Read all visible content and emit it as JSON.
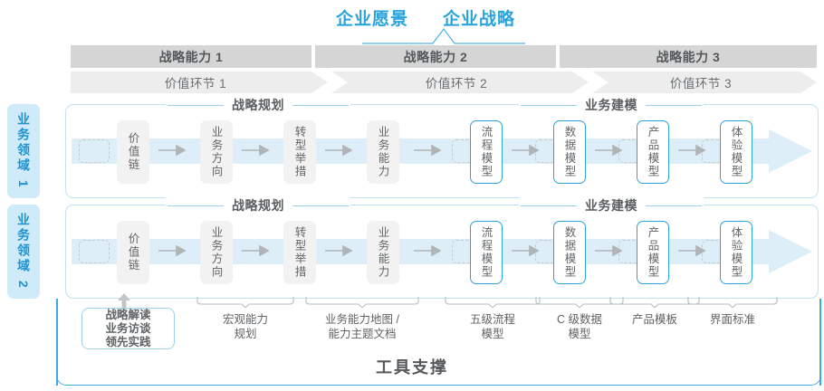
{
  "titles": {
    "vision": "企业愿景",
    "strategy": "企业战略",
    "footer": "工具支撑"
  },
  "capability_bars": [
    {
      "label": "战略能力 1"
    },
    {
      "label": "战略能力 2"
    },
    {
      "label": "战略能力 3"
    }
  ],
  "value_chain_bars": [
    {
      "label": "价值环节 1"
    },
    {
      "label": "价值环节 2"
    },
    {
      "label": "价值环节 3"
    }
  ],
  "side_tabs": [
    {
      "label": "业务领域 1"
    },
    {
      "label": "业务领域 2"
    }
  ],
  "rows": [
    {
      "section_left": "战略规划",
      "section_right": "业务建模",
      "nodes": [
        {
          "label": "价值链",
          "style": "grey"
        },
        {
          "label": "业务方向",
          "style": "grey"
        },
        {
          "label": "转型举措",
          "style": "grey"
        },
        {
          "label": "业务能力",
          "style": "grey"
        },
        {
          "label": "流程模型",
          "style": "blue"
        },
        {
          "label": "数据模型",
          "style": "blue"
        },
        {
          "label": "产品模型",
          "style": "blue"
        },
        {
          "label": "体验模型",
          "style": "blue"
        }
      ]
    },
    {
      "section_left": "战略规划",
      "section_right": "业务建模",
      "nodes": [
        {
          "label": "价值链",
          "style": "grey"
        },
        {
          "label": "业务方向",
          "style": "grey"
        },
        {
          "label": "转型举措",
          "style": "grey"
        },
        {
          "label": "业务能力",
          "style": "grey"
        },
        {
          "label": "流程模型",
          "style": "blue"
        },
        {
          "label": "数据模型",
          "style": "blue"
        },
        {
          "label": "产品模型",
          "style": "blue"
        },
        {
          "label": "体验模型",
          "style": "blue"
        }
      ]
    }
  ],
  "note_box": "战略解读\n业务访谈\n领先实践",
  "bottom_labels": [
    {
      "text": "宏观能力\n规划"
    },
    {
      "text": "业务能力地图 /\n能力主题文档"
    },
    {
      "text": "五级流程\n模型"
    },
    {
      "text": "C 级数据\n模型"
    },
    {
      "text": "产品模板"
    },
    {
      "text": "界面标准"
    }
  ],
  "colors": {
    "accent_blue": "#2aa3dd",
    "light_blue": "#cfeaf8",
    "bar_grey": "#d5d5d5",
    "chevron_grey": "#ededed",
    "node_grey": "#f2f2f2",
    "text_grey": "#5f6366"
  }
}
